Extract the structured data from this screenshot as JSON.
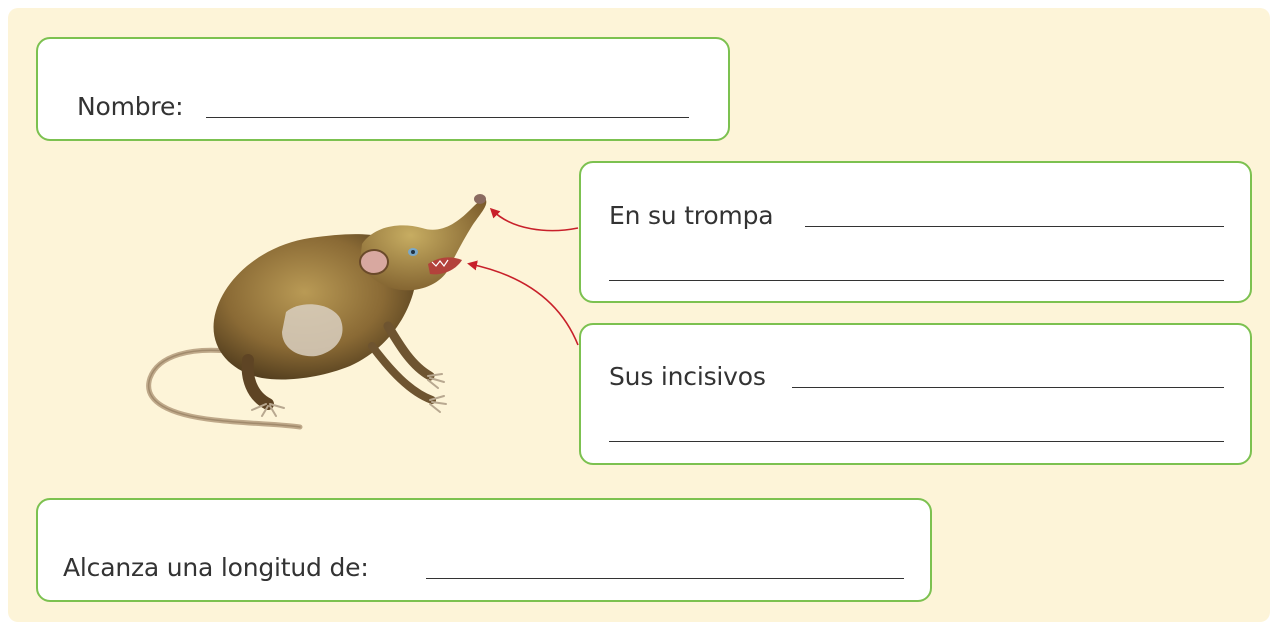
{
  "worksheet": {
    "name_label": "Nombre:",
    "snout_label": "En su trompa",
    "incisors_label": "Sus incisivos",
    "length_label": "Alcanza una longitud de:"
  },
  "colors": {
    "background": "#fdf4d8",
    "card_border": "#7cc150",
    "arrow": "#c8202a"
  },
  "illustration": {
    "subject": "shrew-illustration"
  }
}
